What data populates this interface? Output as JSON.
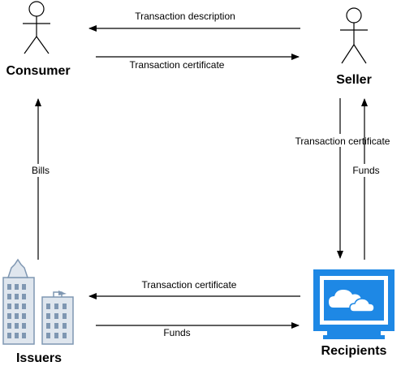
{
  "nodes": {
    "consumer": "Consumer",
    "seller": "Seller",
    "issuers": "Issuers",
    "recipients": "Recipients"
  },
  "edges": {
    "seller_to_consumer": "Transaction description",
    "consumer_to_seller": "Transaction certificate",
    "seller_to_recipients": "Transaction certificate",
    "recipients_to_seller": "Funds",
    "issuers_to_consumer": "Bills",
    "recipients_to_issuers": "Transaction certificate",
    "issuers_to_recipients": "Funds"
  },
  "icons": {
    "consumer": "actor-icon",
    "seller": "actor-icon",
    "issuers": "buildings-icon",
    "recipients": "cloud-monitor-icon"
  },
  "colors": {
    "monitor": "#1e88e5",
    "building_fill": "#dfe6ee",
    "building_stroke": "#7f97b2"
  }
}
